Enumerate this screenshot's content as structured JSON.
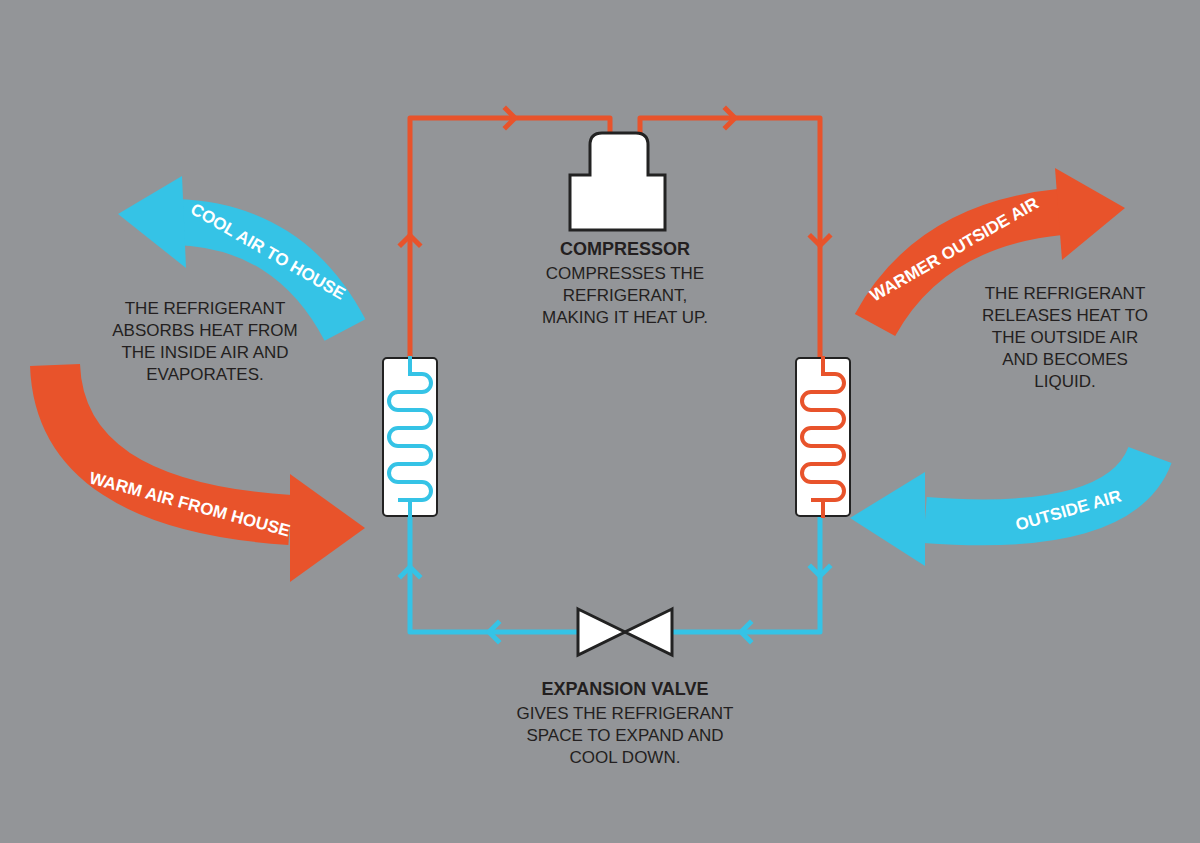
{
  "diagram": {
    "nodes": [
      {
        "text": [
          "COMPRESSOR",
          "COMPRESSES THE REFRIGERANT, MAKING IT HEAT UP."
        ]
      },
      {
        "text": [
          "THE REFRIGERANT ABSORBS HEAT FROM THE INSIDE AIR AND EVAPORATES."
        ]
      },
      {
        "text": [
          "THE REFRIGERANT RELEASES HEAT TO THE OUTSIDE AIR AND BECOMES LIQUID."
        ]
      },
      {
        "text": [
          "EXPANSION VALVE",
          "GIVES THE REFRIGERANT SPACE TO EXPAND AND COOL DOWN."
        ]
      }
    ],
    "edges": [
      {
        "from": 1,
        "to": 0,
        "arrow": "to"
      },
      {
        "from": 0,
        "to": 2,
        "arrow": "to"
      },
      {
        "from": 2,
        "to": 3,
        "arrow": "to"
      },
      {
        "from": 3,
        "to": 1,
        "arrow": "to"
      }
    ],
    "labels": [
      "COOL AIR TO HOUSE",
      "WARM AIR FROM HOUSE",
      "WARMER OUTSIDE AIR",
      "OUTSIDE AIR"
    ]
  }
}
